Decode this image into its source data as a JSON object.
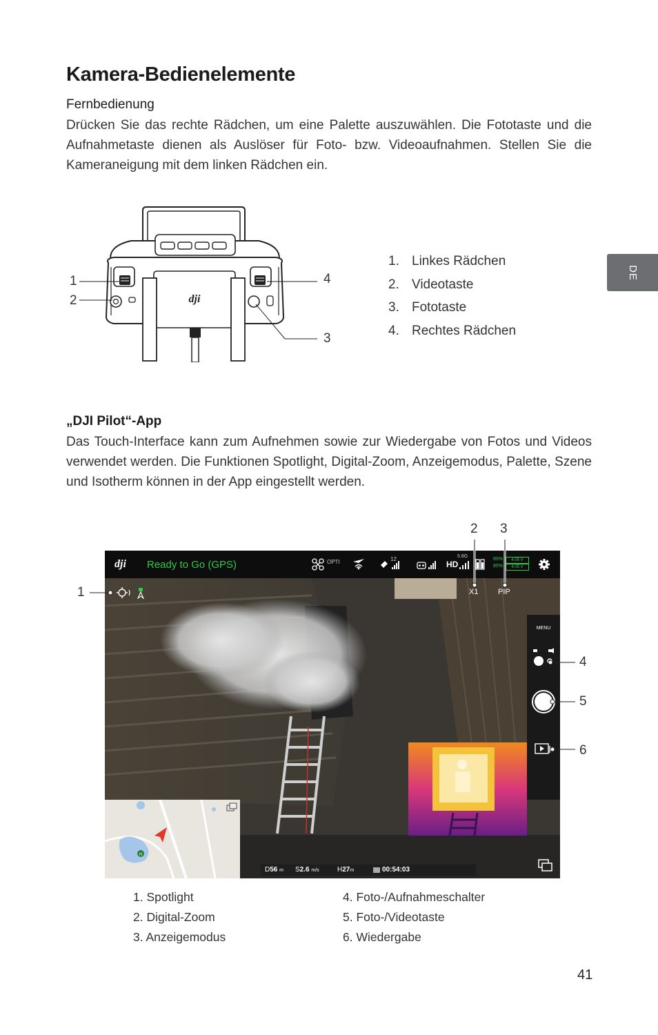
{
  "page": {
    "title": "Kamera-Bedienelemente",
    "lang_tab": "DE",
    "page_number": "41"
  },
  "remote": {
    "heading": "Fernbedienung",
    "text": "Drücken Sie das rechte Rädchen, um eine Palette auszuwählen. Die Fototaste und die Aufnahmetaste dienen als Auslöser für Foto- bzw. Videoaufnahmen. Stellen Sie die Kameraneigung mit dem linken Rädchen ein.",
    "callouts": [
      "1",
      "2",
      "3",
      "4"
    ],
    "list": [
      {
        "num": "1.",
        "label": "Linkes Rädchen"
      },
      {
        "num": "2.",
        "label": "Videotaste"
      },
      {
        "num": "3.",
        "label": "Fototaste"
      },
      {
        "num": "4.",
        "label": "Rechtes Rädchen"
      }
    ]
  },
  "app": {
    "heading": "„DJI Pilot“-App",
    "text": "Das Touch-Interface kann zum Aufnehmen sowie zur Wiedergabe von Fotos und Videos verwendet werden. Die Funktionen Spotlight, Digital-Zoom, Anzeigemodus, Palette, Szene und Isotherm können in der App eingestellt werden.",
    "callouts": [
      "1",
      "2",
      "3",
      "4",
      "5",
      "6"
    ],
    "screen": {
      "status": "Ready to Go (GPS)",
      "opti": "OPTI",
      "sat_count": "12",
      "band": "5.8G",
      "hd": "HD",
      "battery_pct_1": "85%",
      "battery_pct_2": "85%",
      "voltage_1": "4.05 V",
      "voltage_2": "4.05 V",
      "zoom": "X1",
      "display_mode": "PIP",
      "menu": "MENU",
      "home_marker": "H",
      "telemetry": {
        "d_label": "D",
        "d_value": "56",
        "d_unit": "m",
        "s_label": "S",
        "s_value": "2.6",
        "s_unit": "m/s",
        "h_label": "H",
        "h_value": "27",
        "h_unit": "m",
        "time": "00:54:03"
      }
    },
    "captions_left": [
      "1. Spotlight",
      "2. Digital-Zoom",
      "3. Anzeigemodus"
    ],
    "captions_right": [
      "4. Foto-/Aufnahmeschalter",
      "5. Foto-/Videotaste",
      "6. Wiedergabe"
    ]
  },
  "colors": {
    "status_green": "#31c94c",
    "tab_gray": "#6d6e71",
    "drone_red": "#e3362a"
  }
}
